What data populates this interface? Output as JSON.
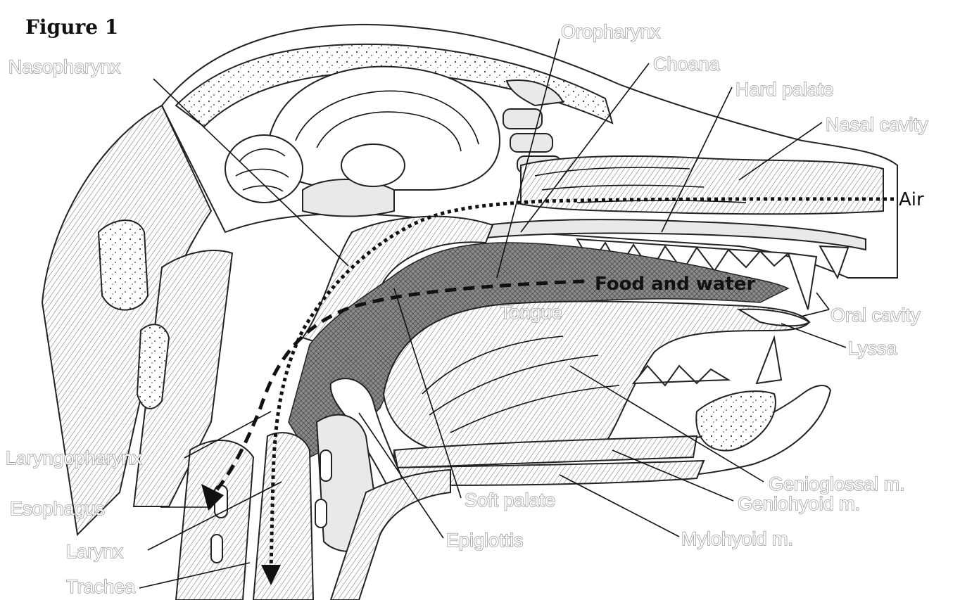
{
  "figure": {
    "title": "Figure 1",
    "labels": {
      "nasopharynx": "Nasopharynx",
      "oropharynx": "Oropharynx",
      "choana": "Choana",
      "hard_palate": "Hard palate",
      "nasal_cavity": "Nasal cavity",
      "air": "Air",
      "food_and_water": "Food and water",
      "oral_cavity": "Oral cavity",
      "lyssa": "Lyssa",
      "tongue": "Tongue",
      "laryngopharynx": "Laryngopharynx",
      "genioglossal": "Genioglossal m.",
      "geniohyoid": "Geniohyoid m.",
      "soft_palate": "Soft palate",
      "esophagus": "Esophagus",
      "mylohyoid": "Mylohyoid m.",
      "epiglottis": "Epiglottis",
      "larynx": "Larynx",
      "trachea": "Trachea"
    }
  }
}
